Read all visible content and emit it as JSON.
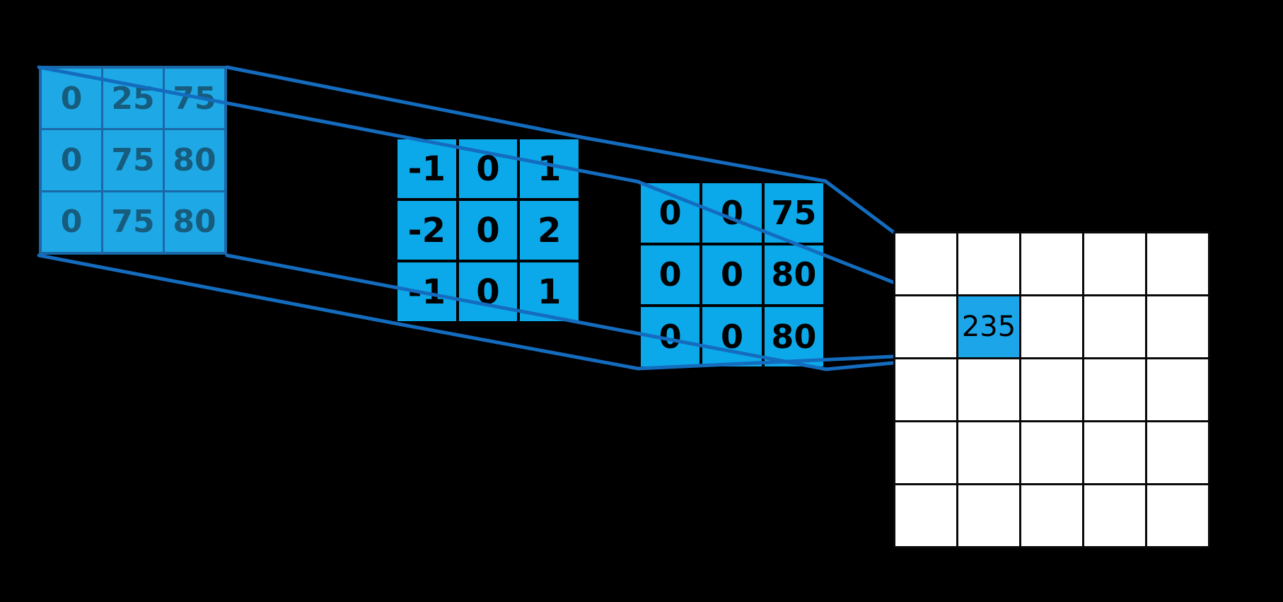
{
  "diagram": {
    "title_hidden": "",
    "colors": {
      "background": "#000000",
      "cell_blue": "#0ca9ea",
      "input_cell_blue": "#1ea9e6",
      "input_border_blue": "#1a68a6",
      "input_text_teal": "#175b7d",
      "connector_blue": "#146cbe",
      "grid_cell_white": "#ffffff",
      "matrix_border_black": "#000000"
    },
    "matrices": {
      "input": {
        "label": "input-region-3x3",
        "rows": [
          [
            "0",
            "25",
            "75"
          ],
          [
            "0",
            "75",
            "80"
          ],
          [
            "0",
            "75",
            "80"
          ]
        ]
      },
      "kernel": {
        "label": "kernel-3x3",
        "rows": [
          [
            "-1",
            "0",
            "1"
          ],
          [
            "-2",
            "0",
            "2"
          ],
          [
            "-1",
            "0",
            "1"
          ]
        ]
      },
      "product": {
        "label": "product-3x3",
        "rows": [
          [
            "0",
            "0",
            "75"
          ],
          [
            "0",
            "0",
            "80"
          ],
          [
            "0",
            "0",
            "80"
          ]
        ]
      }
    },
    "output": {
      "label": "output-grid-5x5",
      "size": 5,
      "highlight": {
        "row": 1,
        "col": 1,
        "value": "235"
      }
    }
  }
}
